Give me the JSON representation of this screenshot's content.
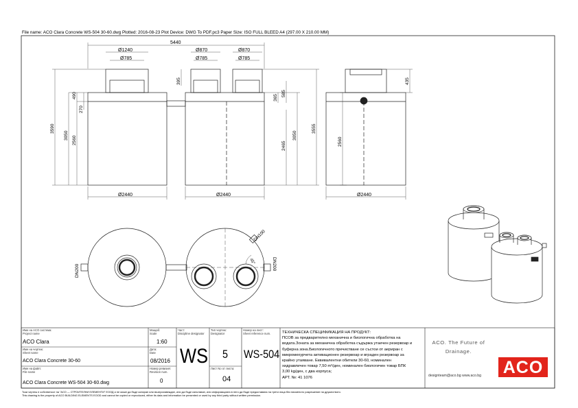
{
  "header": {
    "text": "File name: ACO Clara Concrete WS-504 30-60.dwg   Plotted: 2016-08-23   Plot Device: DWG To PDF.pc3   Paper Size: ISO FULL BLEED A4 (297.00 X 210.00 MM)"
  },
  "drawing": {
    "dim_overall": "5440",
    "dia_1240": "Ø1240",
    "dia_785_a": "Ø785",
    "dia_870_a": "Ø870",
    "dia_785_b": "Ø785",
    "dia_870_b": "Ø870",
    "dia_785_c": "Ø785",
    "h_490": "490",
    "h_270": "270",
    "h_3590": "3590",
    "h_3050_a": "3050",
    "h_2560_a": "2560",
    "h_395": "395",
    "h_365": "365",
    "h_585": "585",
    "h_2465": "2465",
    "h_3050_b": "3050",
    "h_3555": "3555",
    "h_2560_b": "2560",
    "h_435": "435",
    "base_2440_a": "Ø2440",
    "base_2440_b": "Ø2440",
    "base_2440_c": "Ø2440",
    "dn200_left": "DN200",
    "dn200_right": "DN200",
    "dn100": "DN100",
    "angle_45": "45°"
  },
  "title_block": {
    "company_label": "Име на ACO система:",
    "company_label_en": "Project name",
    "company_value": "ACO Clara",
    "scale_label": "Мащаб:",
    "scale_label_en": "Scale",
    "scale_value": "1:60",
    "sheet_label": "Име на чертеж:",
    "sheet_label_en": "Sheet name",
    "sheet_value": "ACO Clara Concrete 30-60",
    "date_label": "Дата:",
    "date_label_en": "Date",
    "date_value": "08/2016",
    "file_label": "Име на файл:",
    "file_label_en": "File name",
    "file_value": "ACO Clara Concrete WS-504 30-60.dwg",
    "rev_label": "Номер ревизия:",
    "rev_label_en": "Revision num.",
    "rev_value": "0",
    "part_label": "Част:",
    "part_label_en": "Discipline designator",
    "part_value": "WS",
    "type_label": "Тип чертеж:",
    "type_label_en": "Designator",
    "type_value": "5",
    "sheets_label": "Лист No от листа:",
    "sheets_value": "04",
    "number_label": "Номер на лист:",
    "number_label_en": "Sheet reference num.",
    "number_value": "WS-504"
  },
  "spec": {
    "title": "ТЕХНИЧЕСКА СПЕЦИФИКАЦИЯ НА ПРОДУКТ:",
    "lines": [
      "ПСОВ за предварително механична и биологична обработка на",
      "водата.Зоната за механична обработка съдържа утаечен резервоар и",
      "буферна зона.Биологичното пречистване се състои от аериран с",
      "микромехурчета активационен резервоар и вграден резервоар за",
      "крайно утаяване. Еквивалентни обители 30-60, номинален",
      "хидравличен товар 7,50 m³/ден, номинален биологичен товар БПК",
      "3,00 kg/ден, с два корпуса;",
      "АРТ. №: 41 1076"
    ]
  },
  "brand": {
    "tagline_1": "ACO. The Future of",
    "tagline_2": "Drainage.",
    "logo": "ACO",
    "contacts": "designteam@aco.bg   www.aco.bg"
  },
  "footer": {
    "line_bg": "Този чертеж е собственост на \"АСО — СТРОИТЕЛНИ ЕЛЕМЕНТИ\" ЕООД и не може да бъде копиран или възпроизвеждан, или да бъде използван, или информацията в него да бъде предоставяна на трети лица без писменото разрешение на дружеството.",
    "line_en": "This drawing is the property of ACO BUILDING ELEMENTS EOOD and cannot be copied or reproduced, either its data and information be presented or used by any third party without written permission."
  },
  "colors": {
    "line": "#222222",
    "dim": "#333333",
    "accent": "#e2241b"
  }
}
